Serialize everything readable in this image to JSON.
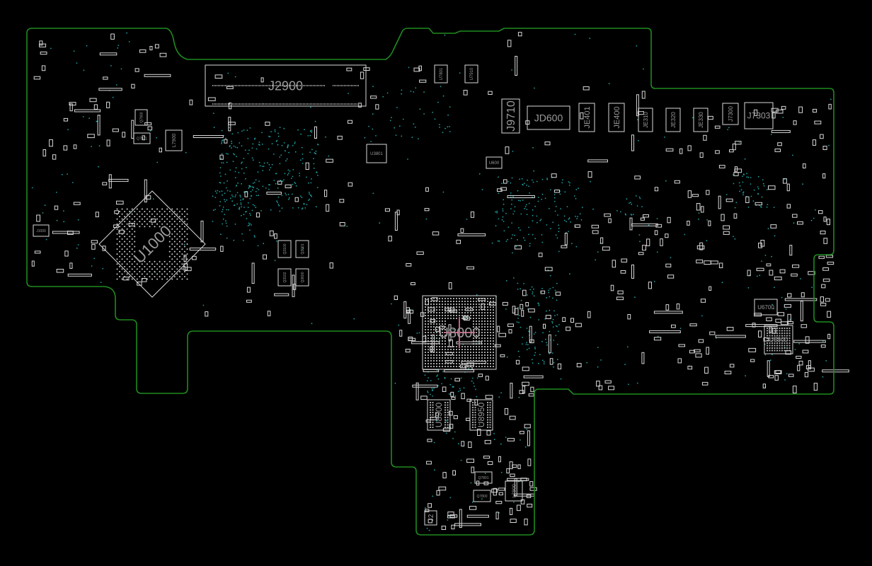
{
  "colors": {
    "outline": "#1f8a1f",
    "part": "#d8d8d8",
    "via": "#1e9e9e",
    "label": "#9a9a9a",
    "background": "#000000",
    "pin1_marker": "#c06080"
  },
  "components": [
    {
      "ref": "J2900",
      "size": "large"
    },
    {
      "ref": "J9710",
      "size": "medium",
      "vertical": true
    },
    {
      "ref": "JD600",
      "size": "medium"
    },
    {
      "ref": "JE401",
      "size": "small",
      "vertical": true
    },
    {
      "ref": "JE400",
      "size": "small",
      "vertical": true
    },
    {
      "ref": "JE310",
      "size": "tiny",
      "vertical": true
    },
    {
      "ref": "JE320",
      "size": "tiny",
      "vertical": true
    },
    {
      "ref": "JE330",
      "size": "tiny",
      "vertical": true
    },
    {
      "ref": "J7300",
      "size": "tiny",
      "vertical": true
    },
    {
      "ref": "J7303",
      "size": "small"
    },
    {
      "ref": "U7801",
      "size": "tiny",
      "vertical": true
    },
    {
      "ref": "U7910",
      "size": "tiny",
      "vertical": true
    },
    {
      "ref": "U3801",
      "size": "tiny"
    },
    {
      "ref": "U600",
      "size": "tiny"
    },
    {
      "ref": "U8000",
      "size": "large"
    },
    {
      "ref": "U8900",
      "size": "medium",
      "vertical": true
    },
    {
      "ref": "U8950",
      "size": "medium",
      "vertical": true
    },
    {
      "ref": "U6700",
      "size": "tiny"
    },
    {
      "ref": "U5800",
      "size": "tiny"
    },
    {
      "ref": "J1000",
      "size": "tiny"
    },
    {
      "ref": "Q7900",
      "size": "tiny",
      "vertical": true
    },
    {
      "ref": "Q7901",
      "size": "tiny"
    },
    {
      "ref": "L7900",
      "size": "tiny",
      "vertical": true
    },
    {
      "ref": "Q3100",
      "size": "tiny",
      "vertical": true
    },
    {
      "ref": "Q3001",
      "size": "tiny",
      "vertical": true
    },
    {
      "ref": "Q3102",
      "size": "tiny",
      "vertical": true
    },
    {
      "ref": "Q3600",
      "size": "tiny",
      "vertical": true
    },
    {
      "ref": "Q7801",
      "size": "tiny"
    },
    {
      "ref": "Q7800",
      "size": "tiny"
    },
    {
      "ref": "L7800",
      "size": "tiny",
      "vertical": true
    },
    {
      "ref": "J2",
      "size": "small",
      "vertical": true
    },
    {
      "ref": "U1000",
      "size": "large"
    }
  ]
}
